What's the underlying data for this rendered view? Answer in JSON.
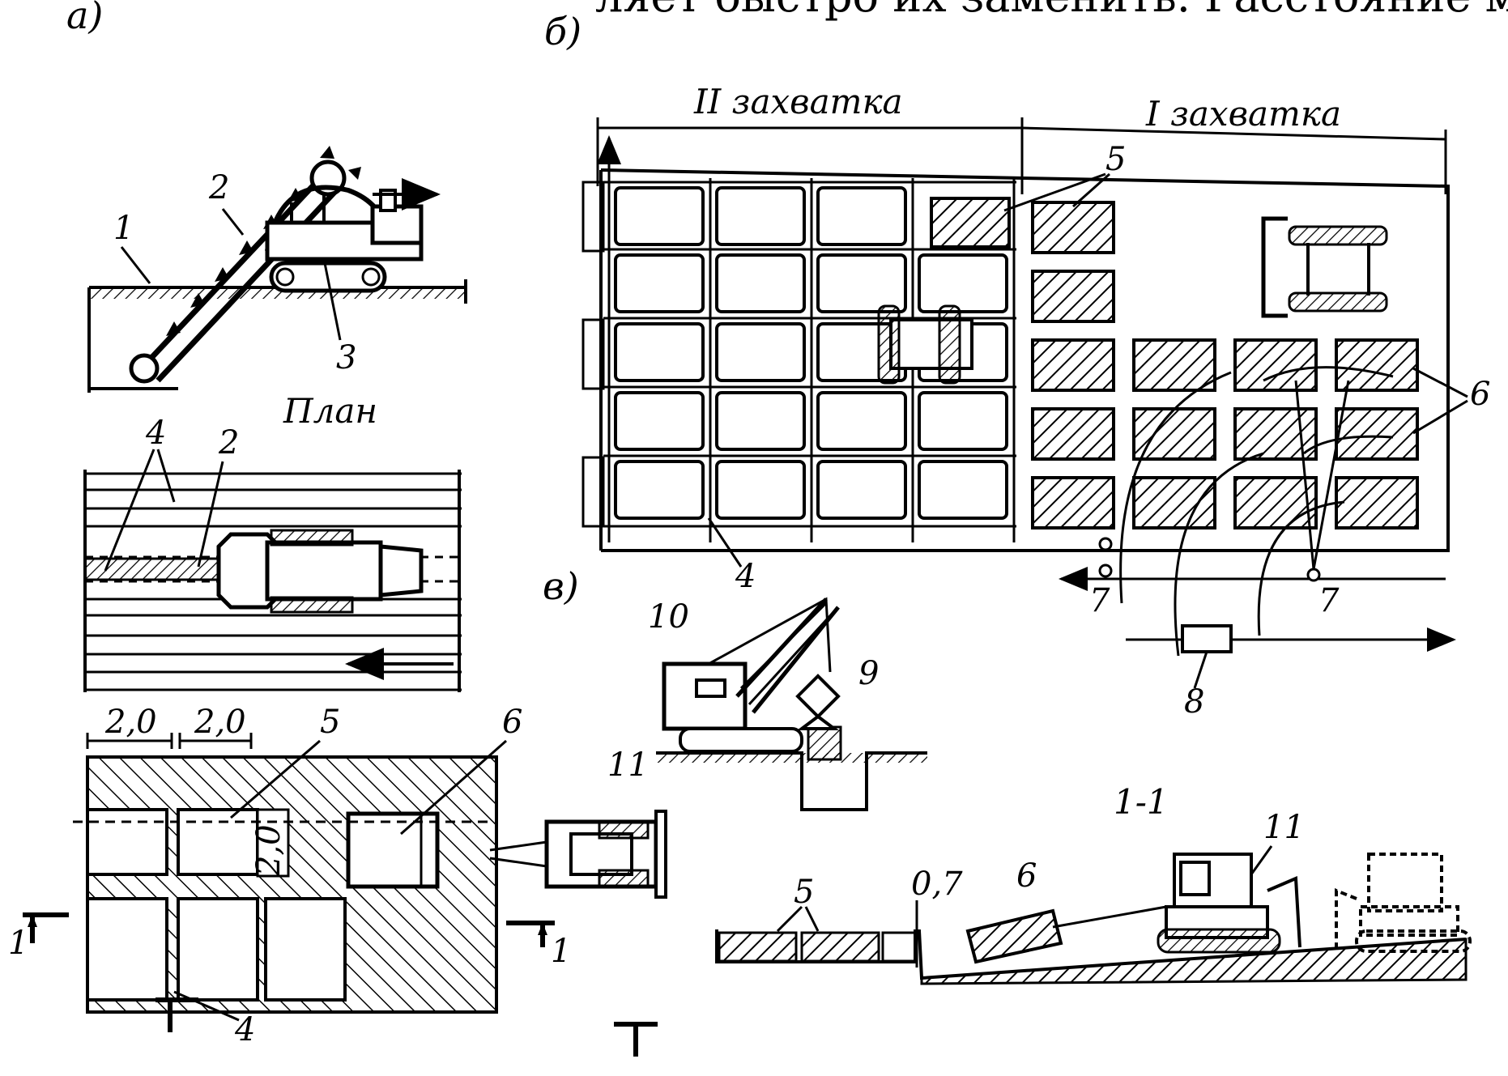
{
  "header_fragment": "ляет быстро их заменить. Расстояние меж-",
  "panels": {
    "a": {
      "letter": "а)",
      "plan_label": "План"
    },
    "b": {
      "letter": "б)",
      "zone_2": "II захватка",
      "zone_1": "I захватка"
    },
    "v": {
      "letter": "в)"
    }
  },
  "section_label": "1-1",
  "dimensions": {
    "cell_width_1": "2,0",
    "cell_width_2": "2,0",
    "cell_height": "2,0",
    "depth": "0,7"
  },
  "callouts": [
    "1",
    "2",
    "3",
    "4",
    "5",
    "6",
    "7",
    "8",
    "9",
    "10",
    "11"
  ],
  "section_mark": "1"
}
